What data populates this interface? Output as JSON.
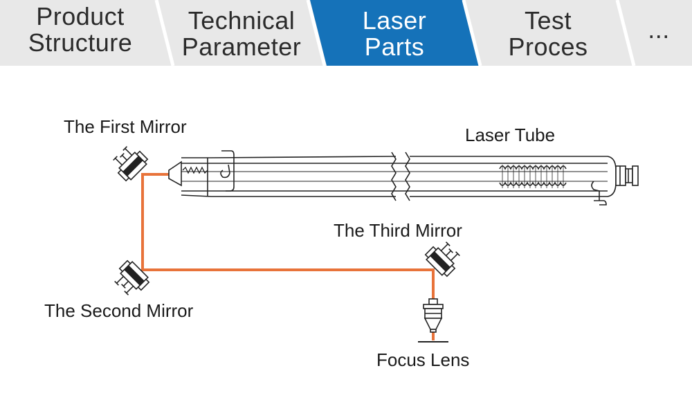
{
  "tabs": [
    {
      "label": "Product\nStructure",
      "active": false
    },
    {
      "label": "Technical\nParameter",
      "active": false
    },
    {
      "label": "Laser\nParts",
      "active": true
    },
    {
      "label": "Test\nProces",
      "active": false
    },
    {
      "label": "...",
      "active": false
    }
  ],
  "colors": {
    "tab_active": "#1572b9",
    "tab_inactive": "#e8e8e8",
    "beam": "#e8733a",
    "line": "#222222"
  },
  "diagram": {
    "labels": {
      "first_mirror": "The First Mirror",
      "laser_tube": "Laser Tube",
      "third_mirror": "The Third Mirror",
      "second_mirror": "The Second Mirror",
      "focus_lens": "Focus Lens"
    }
  }
}
